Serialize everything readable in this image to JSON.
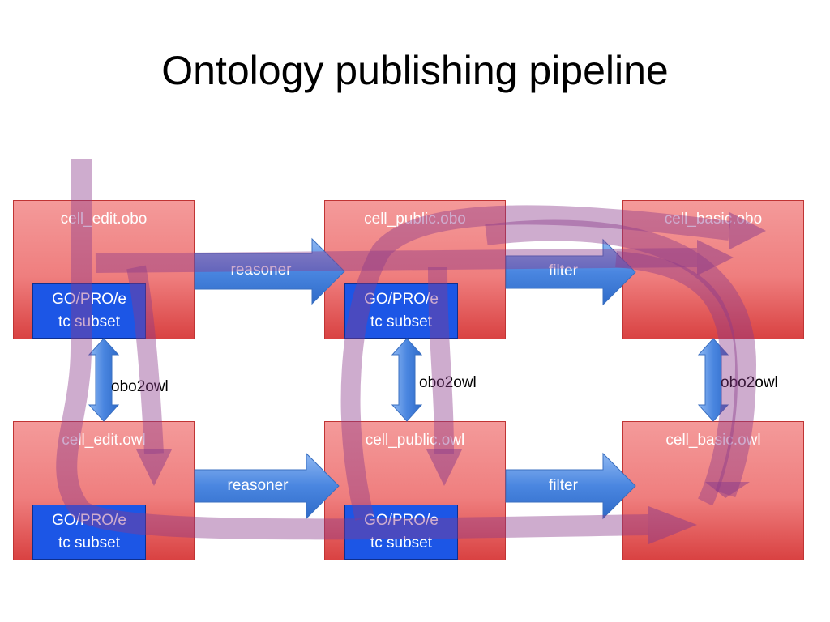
{
  "title": "Ontology publishing pipeline",
  "boxes": {
    "edit_obo": "cell_edit.obo",
    "public_obo": "cell_public.obo",
    "basic_obo": "cell_basic.obo",
    "edit_owl": "cell_edit.owl",
    "public_owl": "cell_public.owl",
    "basic_owl": "cell_basic.owl"
  },
  "subset_line1": "GO/PRO/e",
  "subset_line2": "tc subset",
  "arrows": {
    "reasoner": "reasoner",
    "filter": "filter",
    "obo2owl": "obo2owl"
  },
  "colors": {
    "box_red": "#ef7e7e",
    "subset_blue": "#1c56e6",
    "arrow_blue": "#4a86e0",
    "overlay_purple": "#8a3a8a"
  }
}
